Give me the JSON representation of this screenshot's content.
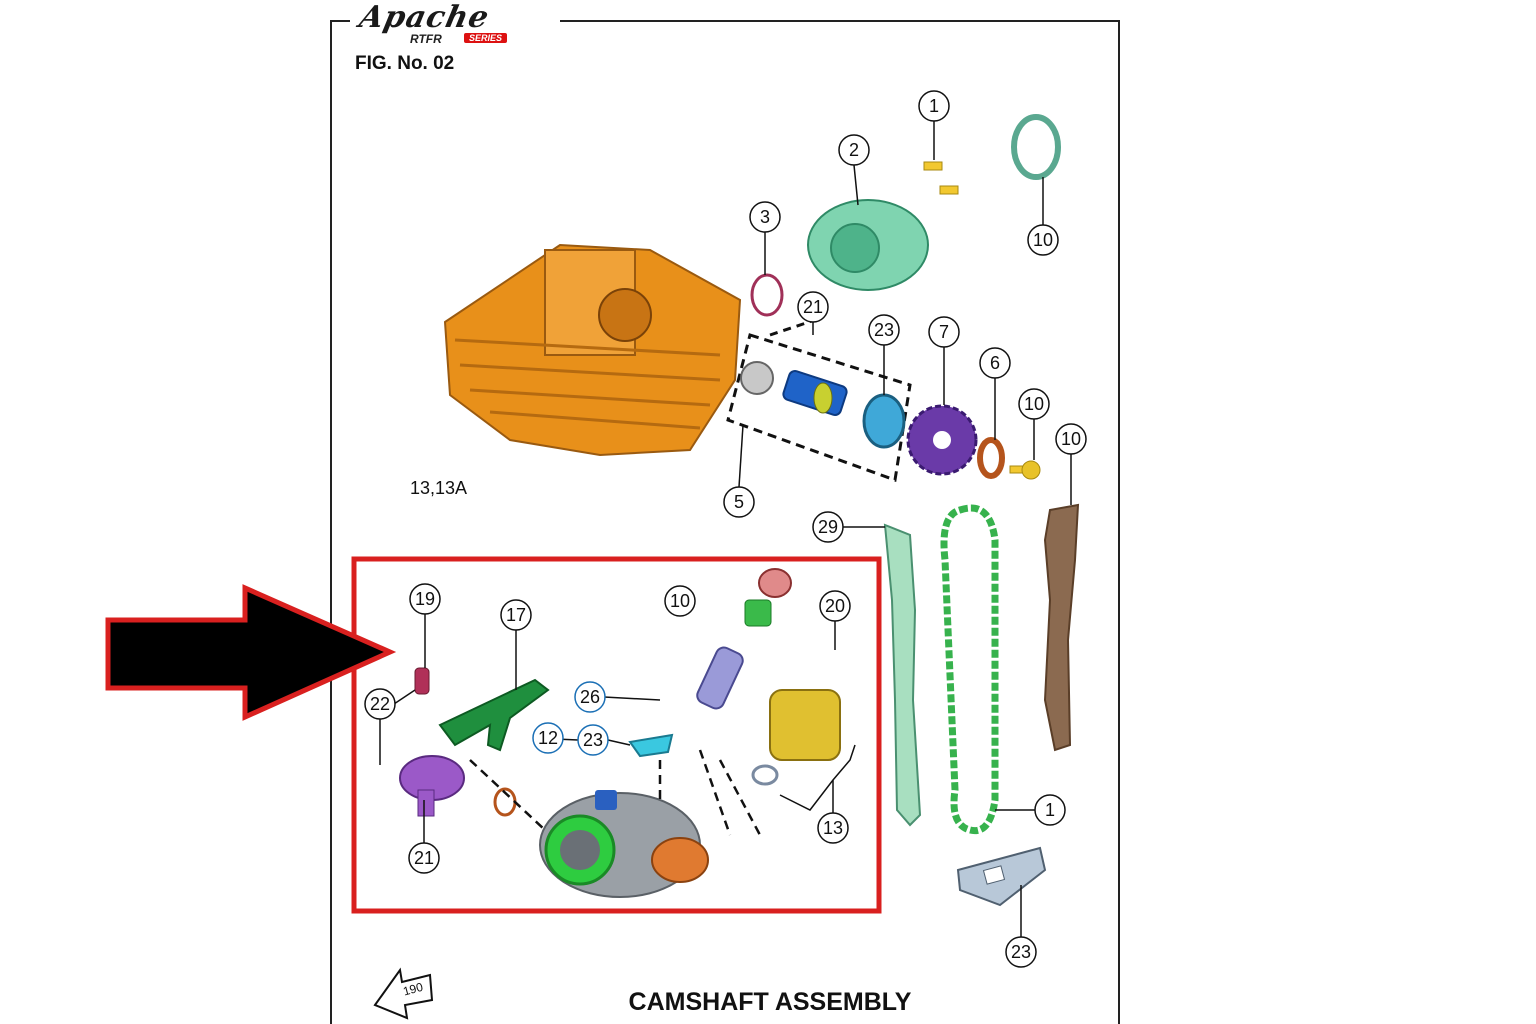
{
  "header": {
    "brand": "Apache",
    "series_left": "RTFR",
    "series_right": "SERIES",
    "figure_number": "FIG. No. 02"
  },
  "group_reference": "13,13A",
  "title": "CAMSHAFT ASSEMBLY",
  "direction_mark": "190",
  "callouts": [
    "1",
    "2",
    "3",
    "10",
    "21",
    "23",
    "7",
    "6",
    "10",
    "10",
    "5",
    "29",
    "1",
    "23",
    "19",
    "17",
    "10",
    "20",
    "22",
    "26",
    "12",
    "23",
    "21",
    "13"
  ],
  "colors": {
    "highlight_frame": "#d9201f",
    "pointer_arrow_fill": "#000000",
    "pointer_arrow_outline": "#d9201f",
    "cylinder_head": "#e8901a",
    "cam_sprocket_housing": "#7fd4b0",
    "camshaft": "#1f63c8",
    "sprocket": "#6a3aa8",
    "timing_chain": "#37b24d",
    "chain_guide": "#a8dfc0",
    "tensioner_guide": "#8b6a50",
    "throttle_body": "#9aa0a6",
    "actuator": "#e0c030"
  }
}
